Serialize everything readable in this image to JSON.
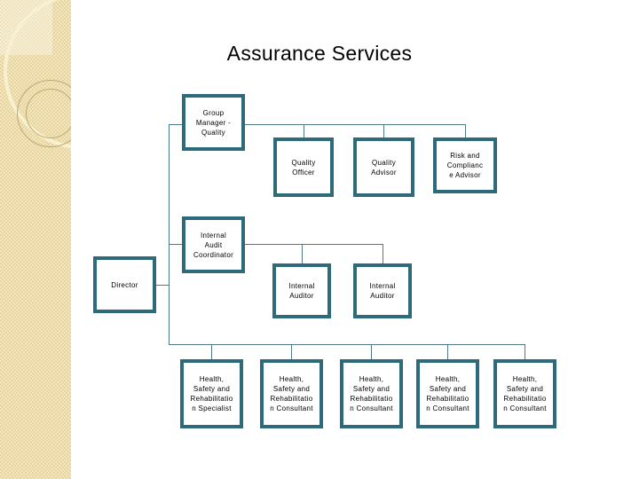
{
  "slide": {
    "title": "Assurance Services"
  },
  "org_chart": {
    "nodes": [
      {
        "id": "group-manager-quality",
        "label": "Group\nManager -\nQuality",
        "reports_to": null
      },
      {
        "id": "quality-officer",
        "label": "Quality\nOfficer",
        "reports_to": "group-manager-quality"
      },
      {
        "id": "quality-advisor",
        "label": "Quality\nAdvisor",
        "reports_to": "group-manager-quality"
      },
      {
        "id": "risk-and-compliance-advisor",
        "label": "Risk and\nComplianc\ne Advisor",
        "reports_to": "group-manager-quality"
      },
      {
        "id": "internal-audit-coordinator",
        "label": "Internal\nAudit\nCoordinator",
        "reports_to": "group-manager-quality"
      },
      {
        "id": "director",
        "label": "Director",
        "reports_to": "group-manager-quality"
      },
      {
        "id": "internal-auditor-1",
        "label": "Internal\nAuditor",
        "reports_to": "internal-audit-coordinator"
      },
      {
        "id": "internal-auditor-2",
        "label": "Internal\nAuditor",
        "reports_to": "internal-audit-coordinator"
      },
      {
        "id": "hsr-specialist",
        "label": "Health,\nSafety and\nRehabilitatio\nn Specialist",
        "reports_to": "director"
      },
      {
        "id": "hsr-consultant-1",
        "label": "Health,\nSafety and\nRehabilitatio\nn Consultant",
        "reports_to": "director"
      },
      {
        "id": "hsr-consultant-2",
        "label": "Health,\nSafety and\nRehabilitatio\nn Consultant",
        "reports_to": "director"
      },
      {
        "id": "hsr-consultant-3",
        "label": "Health,\nSafety and\nRehabilitatio\nn Consultant",
        "reports_to": "director"
      },
      {
        "id": "hsr-consultant-4",
        "label": "Health,\nSafety and\nRehabilitatio\nn Consultant",
        "reports_to": "director"
      }
    ]
  },
  "colors": {
    "box_border": "#2e6b7a",
    "connector_line": "#4d7b8a",
    "sidebar_base": "#ecdbaa",
    "sidebar_check_light": "#f2e6c0",
    "sidebar_check_dark": "#e7d59d",
    "title_text": "#000000"
  }
}
